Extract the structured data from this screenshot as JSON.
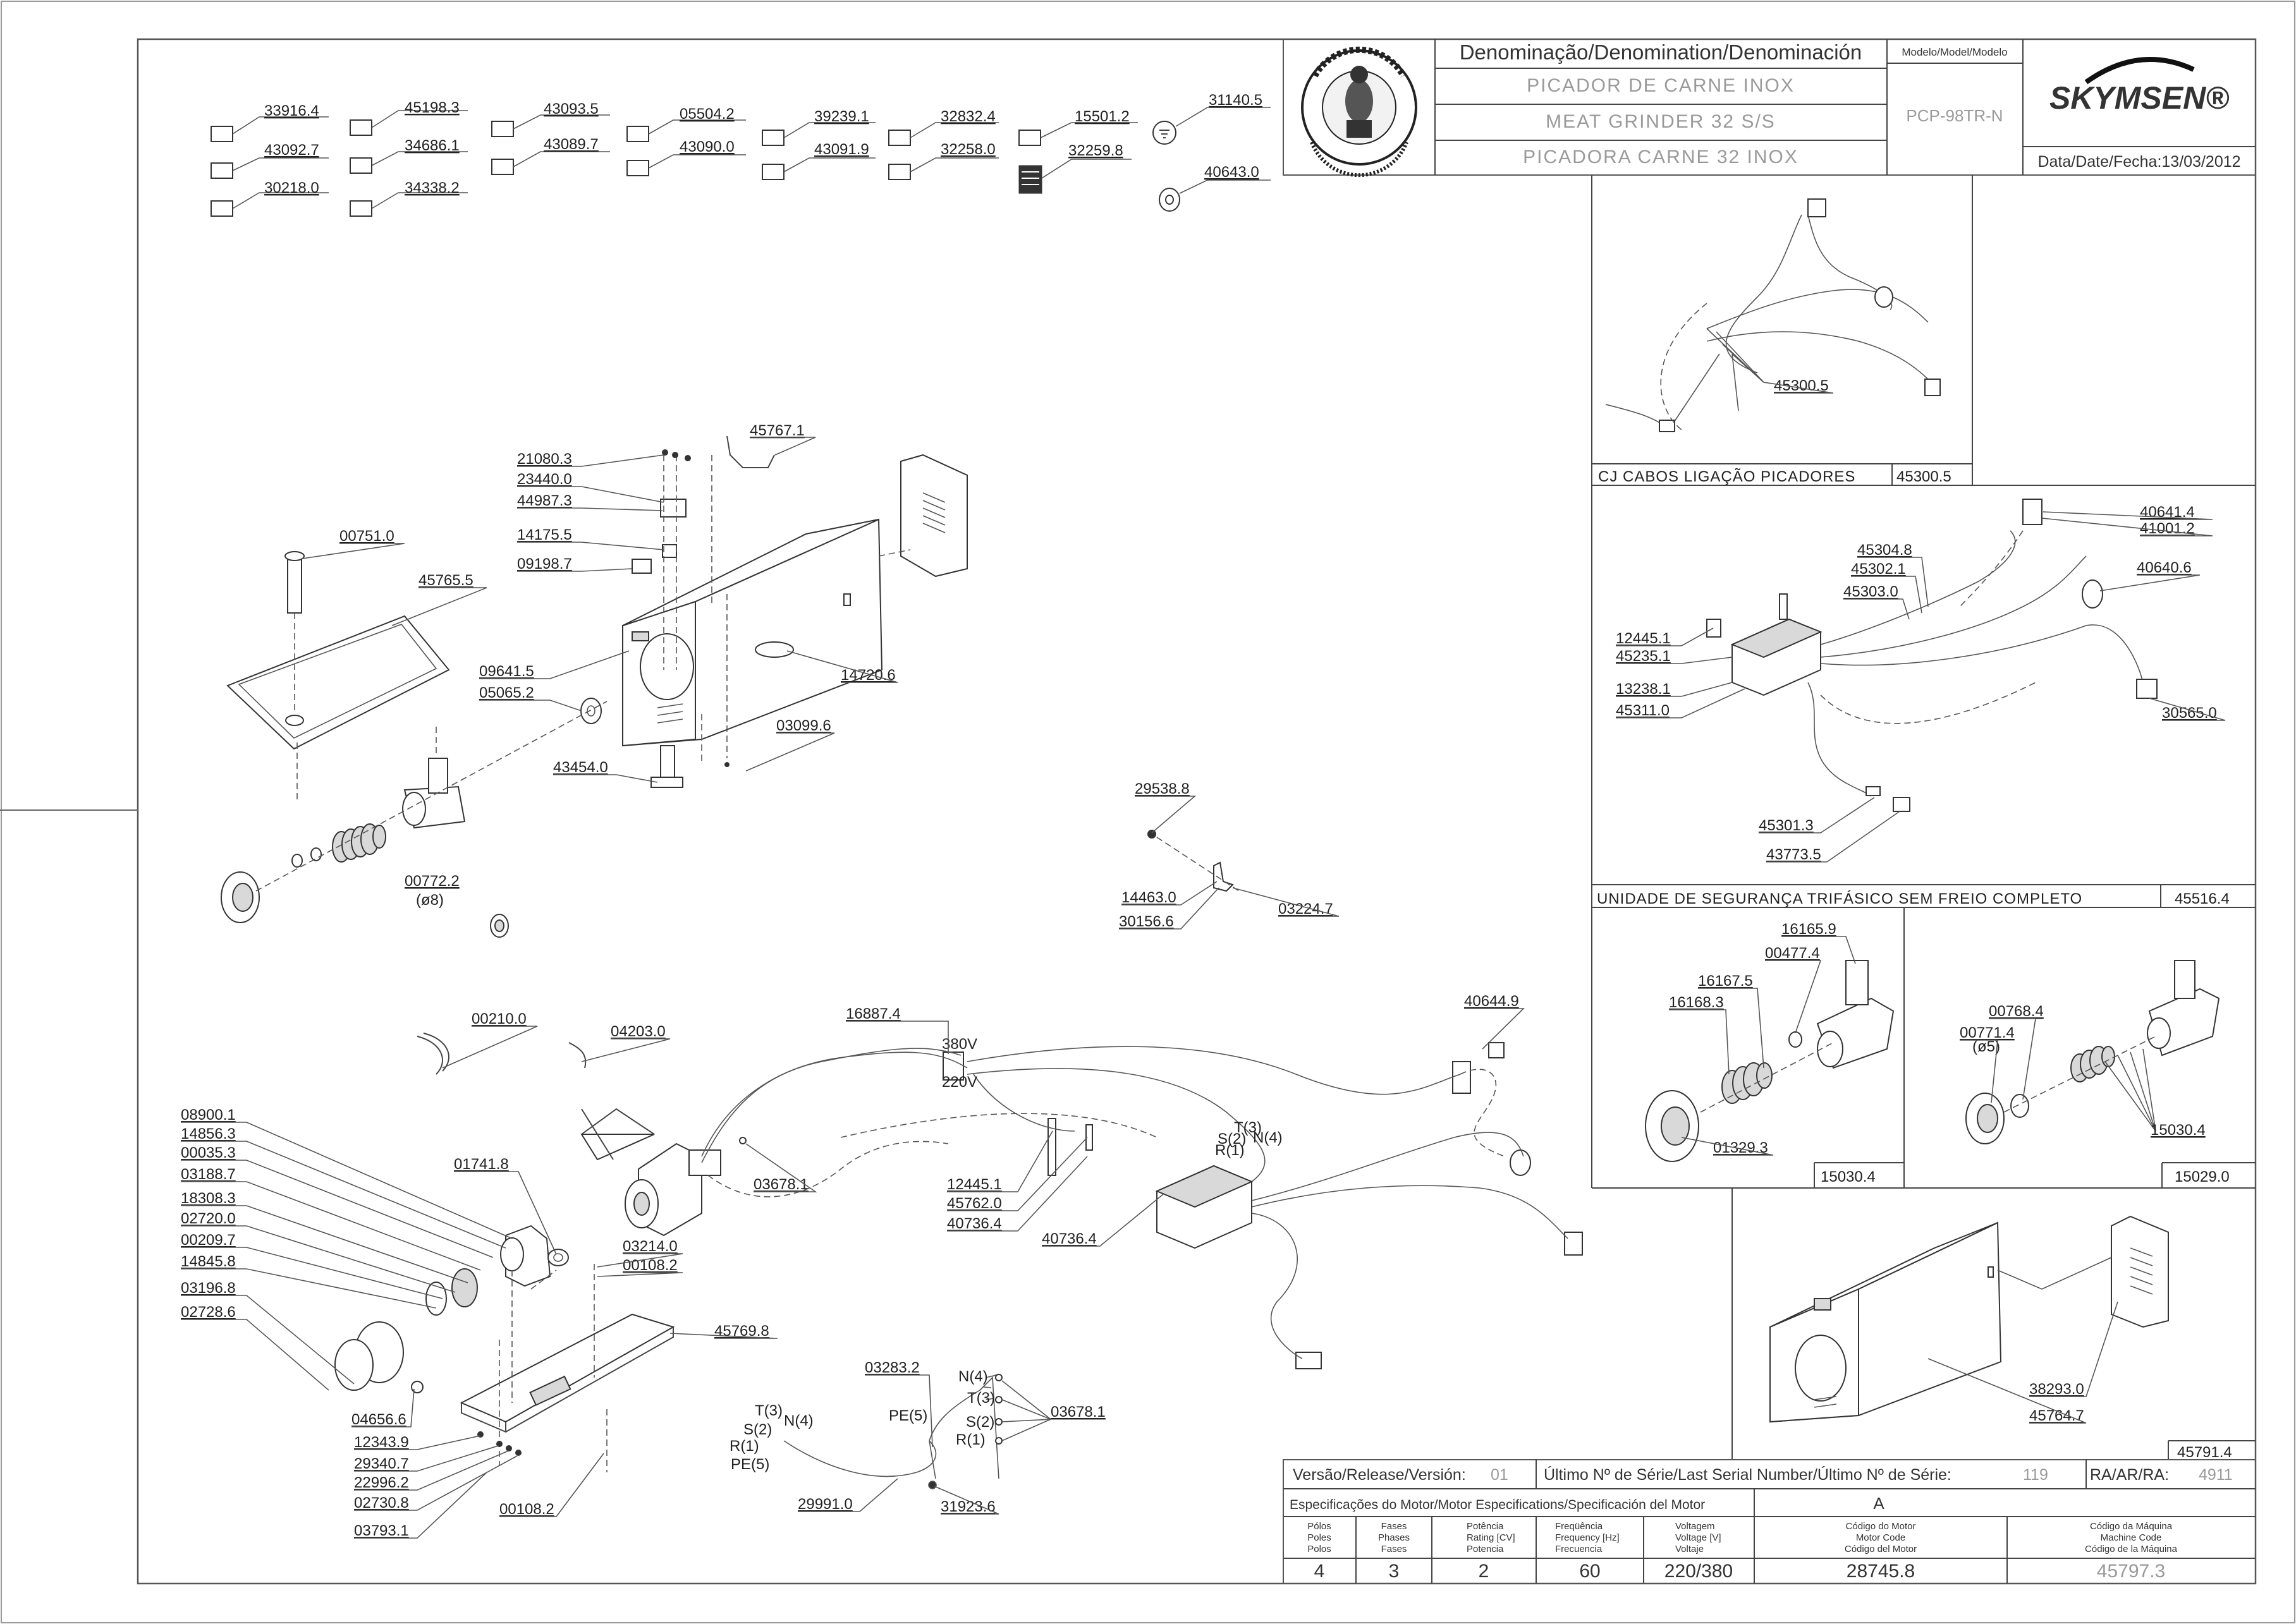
{
  "title_block": {
    "heading": "Denominação/Denomination/Denominación",
    "names": [
      "PICADOR DE CARNE INOX",
      "MEAT GRINDER 32 S/S",
      "PICADORA CARNE 32 INOX"
    ],
    "model_label": "Modelo/Model/Modelo",
    "model": "PCP-98TR-N",
    "brand": "SKYMSEN®",
    "date": "Data/Date/Fecha:13/03/2012",
    "stamp_text": "ASSISTÊNCIA TÉCNICA AUTORIZADA"
  },
  "subassemblies": {
    "cables": {
      "title": "CJ CABOS LIGAÇÃO PICADORES",
      "code": "45300.5"
    },
    "safety": {
      "title": "UNIDADE DE SEGURANÇA TRIFÁSICO SEM FREIO COMPLETO",
      "code": "45516.4"
    },
    "mouth_a": {
      "code": "15030.4"
    },
    "mouth_b": {
      "code": "15029.0"
    },
    "cabinet": {
      "code": "45791.4"
    }
  },
  "voltage_labels": [
    "380V",
    "220V"
  ],
  "labels": [
    "33916.4",
    "43092.7",
    "30218.0",
    "45198.3",
    "34686.1",
    "34338.2",
    "43093.5",
    "43089.7",
    "05504.2",
    "43090.0",
    "39239.1",
    "43091.9",
    "32832.4",
    "32258.0",
    "15501.2",
    "32259.8",
    "31140.5",
    "40643.0",
    "45767.1",
    "21080.3",
    "23440.0",
    "44987.3",
    "14175.5",
    "09198.7",
    "00751.0",
    "45765.5",
    "09641.5",
    "05065.2",
    "14720.6",
    "03099.6",
    "43454.0",
    "00772.2",
    "(ø8)",
    "29538.8",
    "14463.0",
    "30156.6",
    "03224.7",
    "00210.0",
    "04203.0",
    "16887.4",
    "40644.9",
    "08900.1",
    "14856.3",
    "00035.3",
    "03188.7",
    "18308.3",
    "02720.0",
    "00209.7",
    "14845.8",
    "03196.8",
    "02728.6",
    "01741.8",
    "03214.0",
    "00108.2",
    "03678.1",
    "12445.1",
    "45762.0",
    "40736.4",
    "40736.4",
    "45769.8",
    "04656.6",
    "12343.9",
    "29340.7",
    "22996.2",
    "02730.8",
    "00108.2",
    "03793.1",
    "03283.2",
    "03678.1",
    "29991.0",
    "31923.6",
    "45300.5",
    "40641.4",
    "41001.2",
    "45304.8",
    "45302.1",
    "45303.0",
    "40640.6",
    "12445.1",
    "45235.1",
    "13238.1",
    "45311.0",
    "30565.0",
    "45301.3",
    "43773.5",
    "16165.9",
    "00477.4",
    "16167.5",
    "16168.3",
    "01329.3",
    "00768.4",
    "00771.4",
    "(ø5)",
    "15030.4",
    "38293.0",
    "45764.7"
  ],
  "wire_labels": [
    "T(3)",
    "S(2)",
    "N(4)",
    "R(1)",
    "PE(5)",
    "N(4)",
    "T(3)",
    "S(2)",
    "R(1)",
    "PE(5)",
    "T(3)",
    "S(2)",
    "N(4)",
    "R(1)"
  ],
  "footer": {
    "version_label": "Versão/Release/Versión:",
    "version": "01",
    "serial_label": "Último Nº de Série/Last Serial Number/Último Nº de Série:",
    "serial": "119",
    "ra_label": "RA/AR/RA:",
    "ra": "4911",
    "motor_spec": "Especificações do Motor/Motor Especifications/Specificación del Motor",
    "revision": "A",
    "headers": [
      [
        "Pólos",
        "Poles",
        "Polos"
      ],
      [
        "Fases",
        "Phases",
        "Fases"
      ],
      [
        "Potência",
        "Rating [CV]",
        "Potencia"
      ],
      [
        "Freqüência",
        "Frequency [Hz]",
        "Frecuencia"
      ],
      [
        "Voltagem",
        "Voltage [V]",
        "Voltaje"
      ],
      [
        "Código do Motor",
        "Motor Code",
        "Código del Motor"
      ],
      [
        "Código da Máquina",
        "Machine Code",
        "Código de la Máquina"
      ]
    ],
    "values": [
      "4",
      "3",
      "2",
      "60",
      "220/380",
      "28745.8",
      "45797.3"
    ]
  }
}
